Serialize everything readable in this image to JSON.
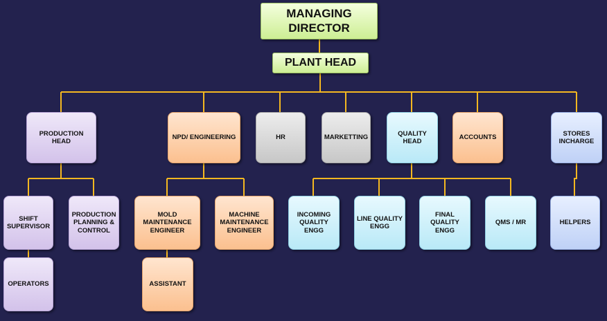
{
  "chart": {
    "managing_director": "MANAGING\nDIRECTOR",
    "plant_head": "PLANT HEAD",
    "departments": {
      "production_head": "PRODUCTION HEAD",
      "npd_engineering": "NPD/ ENGINEERING",
      "hr": "HR",
      "marketting": "MARKETTING",
      "quality_head": "QUALITY\nHEAD",
      "accounts": "ACCOUNTS",
      "stores_incharge": "STORES\nINCHARGE"
    },
    "staff": {
      "shift_supervisor": "SHIFT\nSUPERVISOR",
      "production_planning": "PRODUCTION\nPLANNING &\nCONTROL",
      "operators": "OPERATORS",
      "mold_maintenance": "MOLD\nMAINTENANCE\nENGINEER",
      "machine_maintenance": "MACHINE\nMAINTENANCE\nENGINEER",
      "assistant": "ASSISTANT",
      "incoming_quality": "INCOMING\nQUALITY\nENGG",
      "line_quality": "LINE QUALITY\nENGG",
      "final_quality": "FINAL\nQUALITY\nENGG",
      "qms_mr": "QMS / MR",
      "helpers": "HELPERS"
    }
  },
  "colors": {
    "background": "#23224e",
    "connector": "#f5b820"
  }
}
